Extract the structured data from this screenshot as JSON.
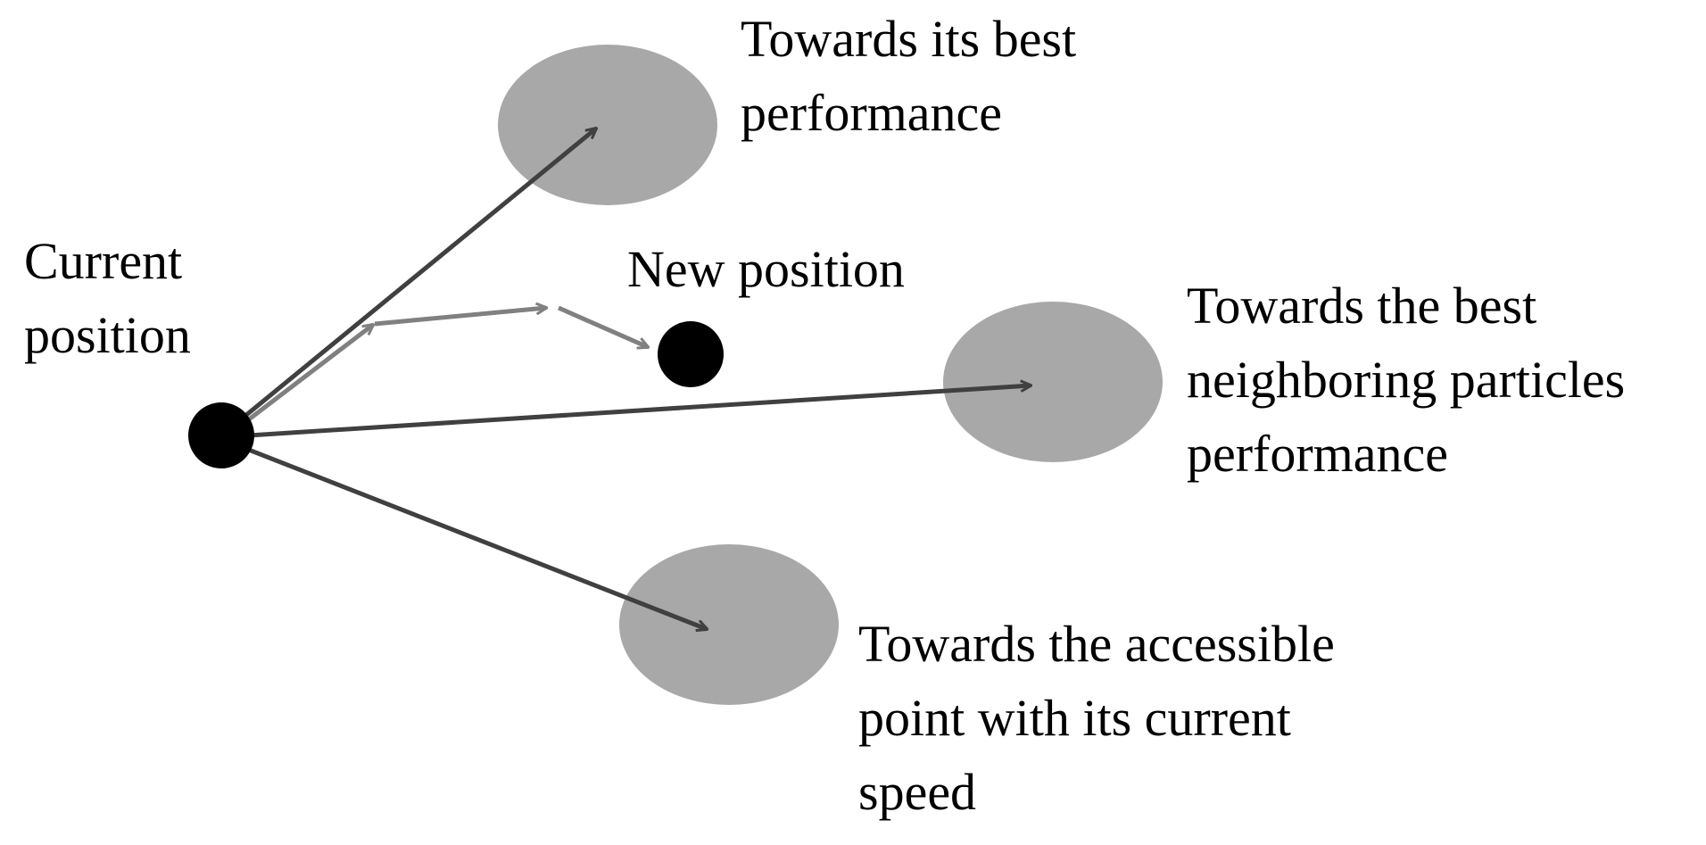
{
  "diagram": {
    "labels": {
      "current": [
        "Current",
        "position"
      ],
      "new": [
        "New position"
      ],
      "best_own": [
        "Towards its best",
        "performance"
      ],
      "best_neighbor": [
        "Towards the best",
        "neighboring particles",
        "performance"
      ],
      "inertia": [
        "Towards the accessible",
        "point with its current",
        "speed"
      ]
    },
    "colors": {
      "background": "#ffffff",
      "target_ellipse": "#a8a8a8",
      "main_arrow": "#404040",
      "path_arrow": "#808080",
      "particle": "#000000",
      "text": "#000000"
    }
  }
}
